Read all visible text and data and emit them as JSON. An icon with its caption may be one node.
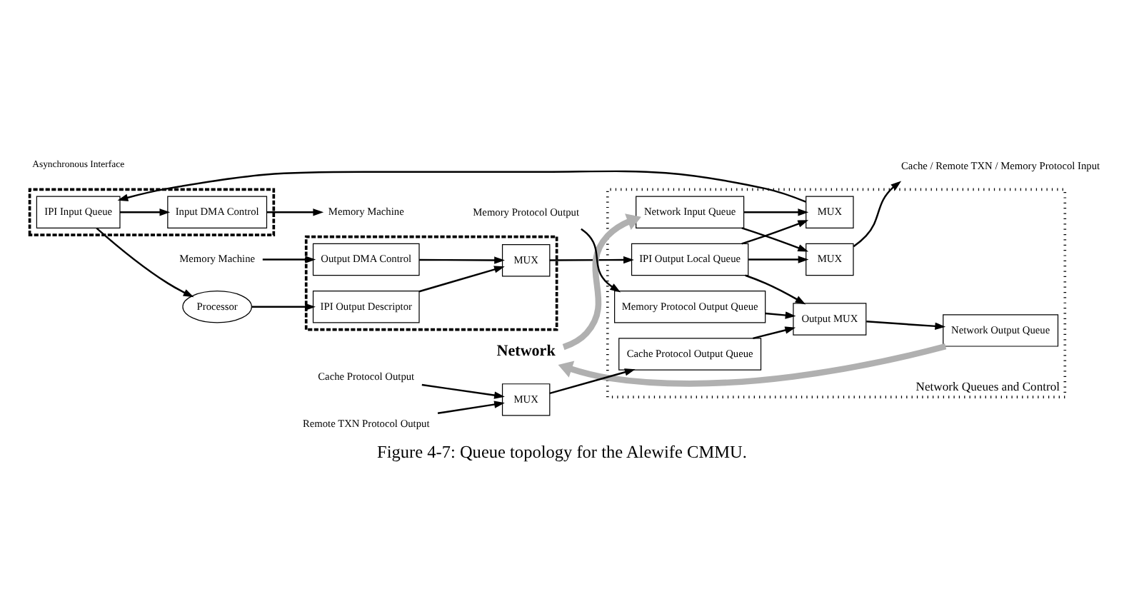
{
  "diagram": {
    "caption": "Figure 4-7: Queue topology for the Alewife CMMU.",
    "nodes": [
      {
        "text": [
          "Network Queues and Control"
        ]
      },
      {
        "text": [],
        "shape": "box"
      },
      {
        "text": [],
        "shape": "box"
      },
      {
        "text": [
          "Processor"
        ]
      },
      {
        "text": [
          "Memory Machine"
        ]
      },
      {
        "text": [
          "Cache / Remote TXN / Memory Protocol Input"
        ]
      },
      {
        "text": [
          "MUX"
        ],
        "in": 0
      },
      {
        "text": [
          "MUX"
        ],
        "in": 0
      },
      {
        "text": [
          "Network Input Queue"
        ],
        "in": 0
      },
      {
        "text": [
          "IPI Input Queue"
        ],
        "in": 1
      },
      {
        "text": [
          "Input DMA Control"
        ],
        "in": 1
      },
      {
        "text": [
          "Output DMA Control"
        ],
        "in": 2
      },
      {
        "text": [
          "IPI Output Descriptor"
        ],
        "in": 2
      },
      {
        "text": [
          "MUX"
        ],
        "in": 2
      },
      {
        "text": [
          "IPI Output Local Queue"
        ],
        "in": 0
      },
      {
        "text": [
          "Network"
        ]
      },
      {
        "text": [
          "Memory Protocol Output"
        ]
      },
      {
        "text": [
          "Memory Protocol Output Queue"
        ],
        "in": 0
      },
      {
        "text": [
          "Output MUX"
        ],
        "in": 0
      },
      {
        "text": [
          "Network Output Queue"
        ],
        "in": 0
      },
      {
        "text": [
          "Memory Machine"
        ]
      },
      {
        "text": [
          "Cache Protocol Output"
        ]
      },
      {
        "text": [
          "Remote TXN Protocol Output"
        ]
      },
      {
        "text": [
          "MUX"
        ]
      },
      {
        "text": [
          "Cache Protocol Output Queue"
        ],
        "in": 0
      }
    ],
    "edges": [
      {
        "from": 6,
        "to": 5,
        "arrow": "to"
      },
      {
        "from": 7,
        "to": 9,
        "arrow": "to"
      },
      {
        "from": 9,
        "to": 3,
        "arrow": "to"
      },
      {
        "from": 9,
        "to": 10,
        "arrow": "to"
      },
      {
        "from": 10,
        "to": 4,
        "arrow": "to"
      },
      {
        "from": 8,
        "to": 6,
        "arrow": "to"
      },
      {
        "from": 8,
        "to": 7,
        "arrow": "to"
      },
      {
        "from": 14,
        "to": 6,
        "arrow": "to"
      },
      {
        "from": 14,
        "to": 7,
        "arrow": "to"
      },
      {
        "from": 14,
        "to": 18,
        "arrow": "to"
      },
      {
        "from": 11,
        "to": 13,
        "arrow": "to"
      },
      {
        "from": 3,
        "to": 12,
        "arrow": "to"
      },
      {
        "from": 20,
        "to": 11,
        "arrow": "to"
      },
      {
        "from": 12,
        "to": 13,
        "arrow": "to"
      },
      {
        "from": 13,
        "to": 14,
        "arrow": "to"
      },
      {
        "from": 16,
        "to": 17,
        "arrow": "to"
      },
      {
        "from": 17,
        "to": 18,
        "arrow": "to"
      },
      {
        "from": 21,
        "to": 23,
        "arrow": "to"
      },
      {
        "from": 22,
        "to": 23,
        "arrow": "to"
      },
      {
        "from": 23,
        "to": 24,
        "arrow": "to"
      },
      {
        "from": 24,
        "to": 18,
        "arrow": "to"
      },
      {
        "from": 18,
        "to": 19,
        "arrow": "to"
      },
      {
        "from": 15,
        "to": 8,
        "arrow": "to",
        "style": "thick",
        "color": "#b0b0b0"
      },
      {
        "from": 19,
        "to": 15,
        "arrow": "to",
        "style": "thick",
        "color": "#b0b0b0"
      }
    ],
    "labels": [
      "Asynchronous Interface"
    ]
  }
}
